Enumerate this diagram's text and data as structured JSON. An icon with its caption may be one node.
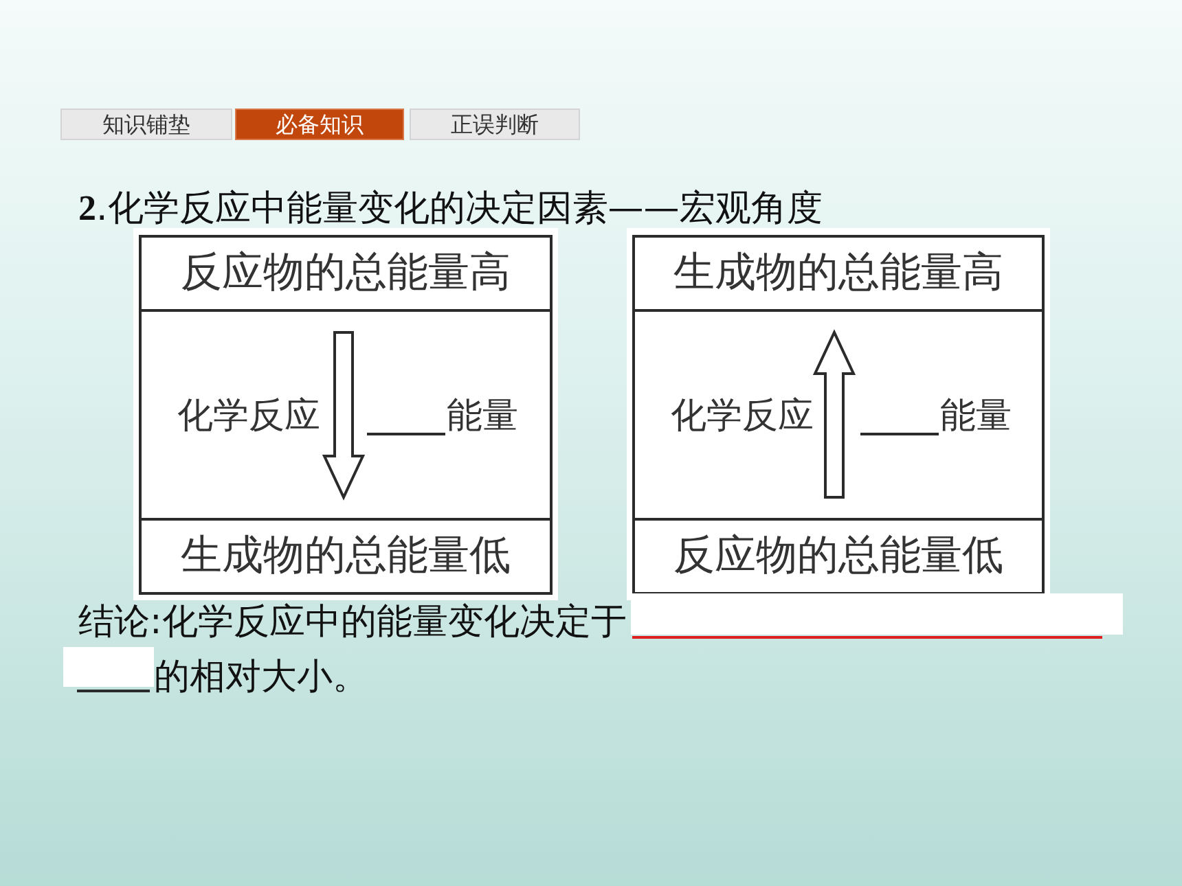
{
  "diagram": {
    "title": "**2**.化学反应中能量变化的决定因素——宏观角度",
    "nodes": [
      {
        "text": [
          "知识铺垫"
        ]
      },
      {
        "text": [
          "必备知识"
        ]
      },
      {
        "text": [
          "正误判断"
        ]
      },
      {
        "text": [
          "反应物的总能量高"
        ]
      },
      {
        "text": [
          "化学反应",
          "能量"
        ]
      },
      {
        "text": [
          "生成物的总能量低"
        ]
      },
      {
        "text": [
          "生成物的总能量高"
        ]
      },
      {
        "text": [
          "化学反应",
          "能量"
        ]
      },
      {
        "text": [
          "反应物的总能量低"
        ]
      }
    ],
    "edges": [
      {
        "from": 3,
        "to": 5,
        "arrow": "to"
      },
      {
        "from": 8,
        "to": 6,
        "arrow": "to"
      }
    ],
    "labels": [
      "结论:化学反应中的能量变化决定于",
      "的相对大小。"
    ]
  }
}
